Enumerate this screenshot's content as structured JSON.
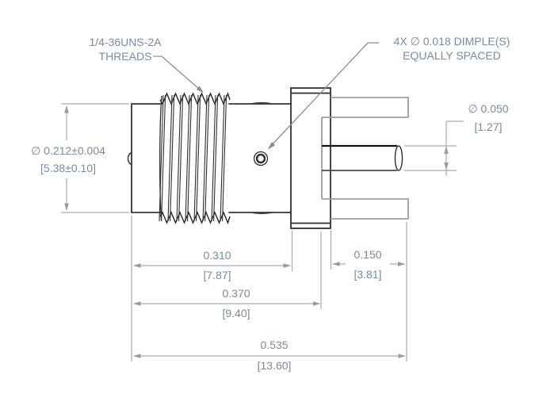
{
  "drawing": {
    "type": "engineering-dimension-drawing",
    "subject": "threaded coaxial edge-mount connector, side view",
    "callouts": {
      "threads": {
        "line1": "1/4-36UNS-2A",
        "line2": "THREADS"
      },
      "dimples": {
        "line1": "4X ∅ 0.018 DIMPLE(S)",
        "line2": "EQUALLY SPACED"
      }
    },
    "dimensions": {
      "body_diameter": {
        "inch": "∅ 0.212±0.004",
        "mm": "[5.38±0.10]"
      },
      "pin_diameter": {
        "inch": "∅ 0.050",
        "mm": "[1.27]"
      },
      "thread_length": {
        "inch": "0.310",
        "mm": "[7.87]"
      },
      "body_length": {
        "inch": "0.370",
        "mm": "[9.40]"
      },
      "leg_length": {
        "inch": "0.150",
        "mm": "[3.81]"
      },
      "overall_length": {
        "inch": "0.535",
        "mm": "[13.60]"
      }
    },
    "colors": {
      "background": "#ffffff",
      "part_outline": "#353535",
      "secondary_part_lines": "#9e9e9e",
      "dimension_lines": "#ababab",
      "leader_lines": "#8f8f8f",
      "annotation_text": "#7a8aa0"
    }
  }
}
